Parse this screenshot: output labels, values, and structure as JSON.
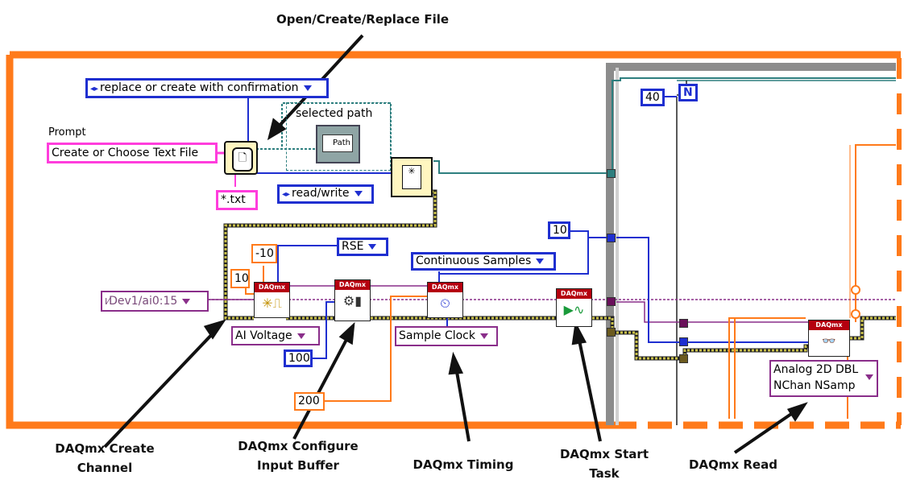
{
  "title": "Open/Create/Replace File",
  "controls": {
    "file_mode": "replace or create with confirmation",
    "prompt_label": "Prompt",
    "prompt_value": "Create or Choose Text File",
    "pattern": "*.txt",
    "selected_path_label": "selected path",
    "path_label": "Path",
    "access": "read/write",
    "loop_count": "40",
    "loop_n": "N",
    "channel": "Dev1/ai0:15",
    "min_val": "-10",
    "max_val": "10",
    "terminal_config": "RSE",
    "measurement_type": "AI Voltage",
    "buffer_size": "100",
    "sample_mode": "Continuous Samples",
    "timing_type": "Sample Clock",
    "rate": "200",
    "samples_per_chan": "10",
    "read_type_line1": "Analog 2D DBL",
    "read_type_line2": "NChan NSamp"
  },
  "vi_header": "DAQmx",
  "annotations": {
    "create_channel_1": "DAQmx Create",
    "create_channel_2": "Channel",
    "config_buffer_1": "DAQmx Configure",
    "config_buffer_2": "Input Buffer",
    "timing": "DAQmx Timing",
    "start_task_1": "DAQmx Start",
    "start_task_2": "Task",
    "read": "DAQmx Read"
  },
  "colors": {
    "frame_orange": "#ff7a1a",
    "numeric_blue": "#1f2fd0",
    "string_pink": "#ff3ddc",
    "task_purple": "#8a2e8a",
    "error_cluster": "#c9c04a",
    "file_teal": "#2e7f7f",
    "while_loop_gray": "#808080"
  }
}
